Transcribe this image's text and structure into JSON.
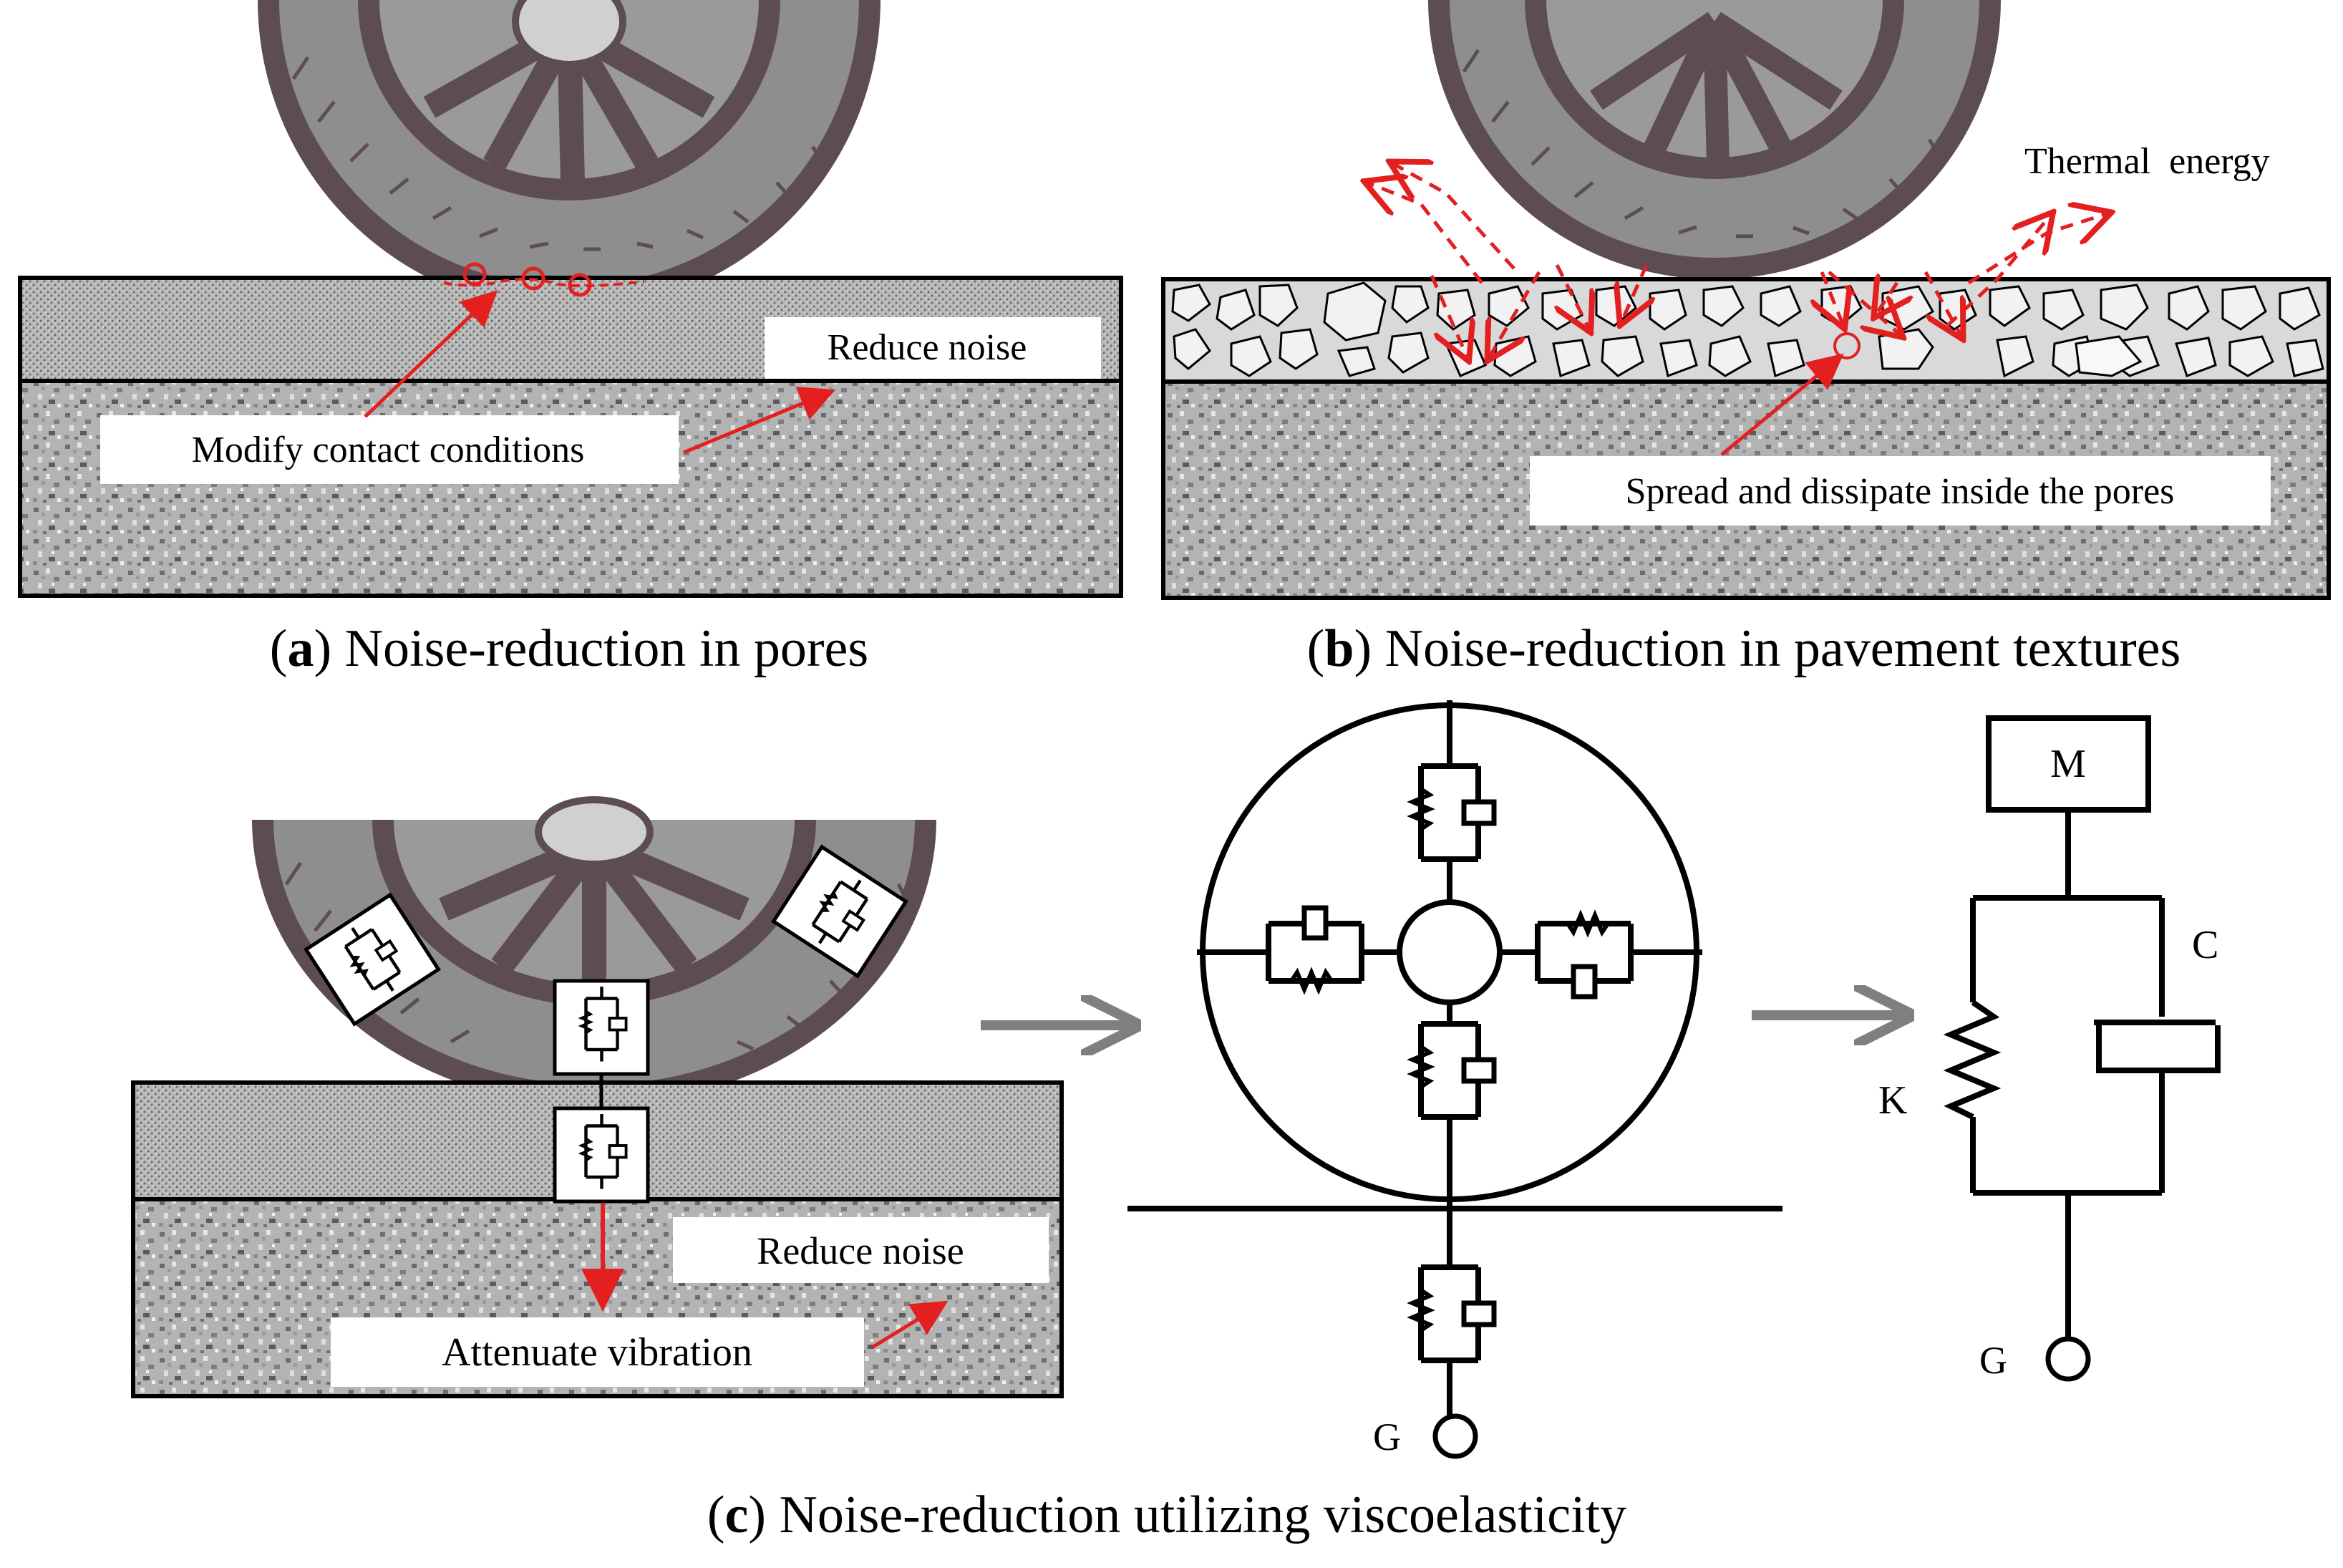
{
  "panel_a": {
    "label_box_contact": "Modify contact conditions",
    "label_box_noise": "Reduce noise",
    "caption_letter": "a",
    "caption_text": ") Noise-reduction in pores",
    "caption_open": "("
  },
  "panel_b": {
    "label_thermal": "Thermal  energy",
    "label_box_pores": "Spread and dissipate inside the pores",
    "caption_open": "(",
    "caption_letter": "b",
    "caption_text": ") Noise-reduction in pavement textures"
  },
  "panel_c": {
    "label_box_noise": "Reduce noise",
    "label_box_vibration": "Attenuate vibration",
    "label_ground_mid": "G",
    "label_mass": "M",
    "label_damper": "C",
    "label_spring": "K",
    "label_ground_right": "G",
    "caption_open": "(",
    "caption_letter": "c",
    "caption_text": ") Noise-reduction utilizing viscoelasticity"
  },
  "colors": {
    "tire": "#5d4c54",
    "tire_light": "#8e8e8e",
    "hub": "#c9c9c9",
    "road_fine": "#bdbdbd",
    "road_coarse": "#9a9a9a",
    "arrow_red": "#e31f1f",
    "arrow_gray": "#7f7f7f",
    "ink": "#000000"
  }
}
